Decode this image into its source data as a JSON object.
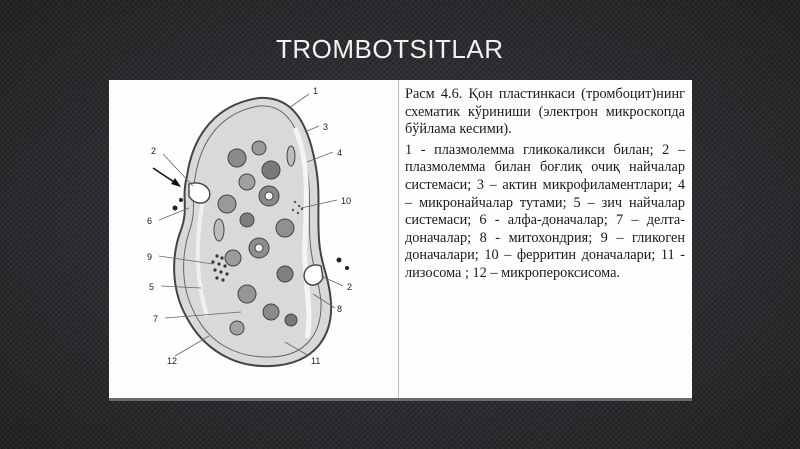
{
  "slide": {
    "title": "TROMBOTSITLAR"
  },
  "figure": {
    "caption_title": "Расм 4.6. Қон пластинкаси (тромбоцит)нинг схематик кўриниши (электрон микроскопда бўйлама кесими).",
    "caption_legend": "1 - плазмолемма гликокаликси билан; 2 – плазмолемма билан боғлиқ очиқ найчалар системаси; 3 – актин микрофиламентлари; 4 – микронайчалар тутами; 5 – зич найчалар системаси; 6 - алфа-доначалар; 7 – делта-доначалар; 8 - митохондрия; 9 – гликоген доначалари; 10 – ферритин доначалари; 11 - лизосома ; 12 – микропероксисома.",
    "diagram_labels": {
      "l1": "1",
      "l2a": "2",
      "l2b": "2",
      "l3": "3",
      "l4": "4",
      "l5": "5",
      "l6": "6",
      "l7": "7",
      "l8": "8",
      "l9": "9",
      "l10": "10",
      "l11": "11",
      "l12": "12"
    }
  },
  "colors": {
    "background": "#2b2d30",
    "title": "#f2f2f2",
    "panel": "#fdfdfd"
  }
}
